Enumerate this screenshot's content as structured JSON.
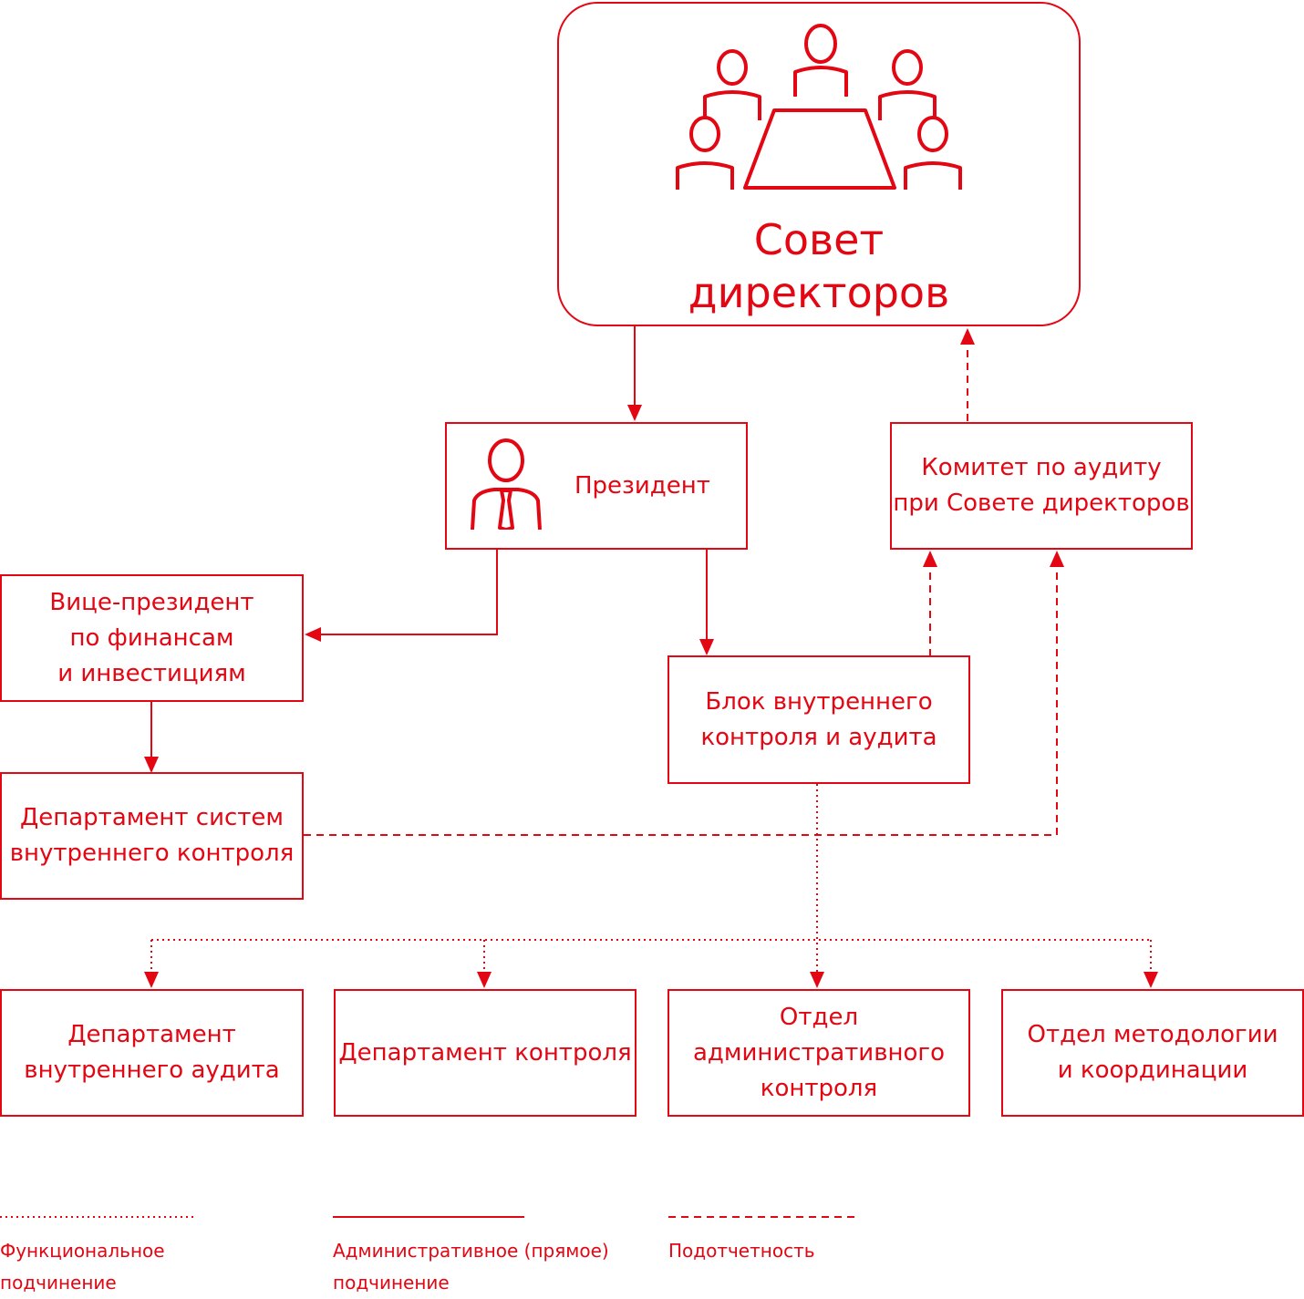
{
  "colors": {
    "accent": "#e30613",
    "background": "#ffffff"
  },
  "nodes": {
    "board": {
      "label": "Совет\nдиректоров",
      "icon": "meeting-table-people-icon"
    },
    "president": {
      "label": "Президент",
      "icon": "person-with-tie-icon"
    },
    "audit_committee": {
      "label": "Комитет по аудиту\nпри Совете директоров"
    },
    "vp_finance": {
      "label": "Вице-президент\nпо финансам\nи инвестициям"
    },
    "internal_control_block": {
      "label": "Блок внутреннего\nконтроля и аудита"
    },
    "ics_department": {
      "label": "Департамент систем\nвнутреннего контроля"
    },
    "internal_audit_dept": {
      "label": "Департамент\nвнутреннего аудита"
    },
    "control_dept": {
      "label": "Департамент контроля"
    },
    "admin_control_dept": {
      "label": "Отдел\nадминистративного\nконтроля"
    },
    "methodology_dept": {
      "label": "Отдел методологии\nи координации"
    }
  },
  "legend": {
    "functional": "Функциональное\nподчинение",
    "administrative": "Административное (прямое)\nподчинение",
    "accountability": "Подотчетность"
  }
}
